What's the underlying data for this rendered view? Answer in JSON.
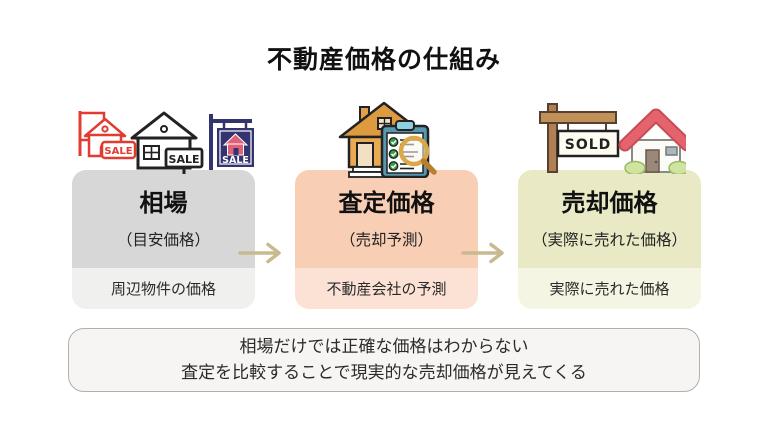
{
  "title": "不動産価格の仕組み",
  "cards": [
    {
      "title": "相場",
      "subtitle": "（目安価格）",
      "caption": "周辺物件の価格",
      "top_color": "#d7d7d7",
      "bottom_color": "#f0f0ef"
    },
    {
      "title": "査定価格",
      "subtitle": "（売却予測）",
      "caption": "不動産会社の予測",
      "top_color": "#f8ceb5",
      "bottom_color": "#fce2d4"
    },
    {
      "title": "売却価格",
      "subtitle": "（実際に売れた価格）",
      "caption": "実際に売れた価格",
      "top_color": "#e9e9c5",
      "bottom_color": "#f5f5e4"
    }
  ],
  "colors": {
    "arrow": "#c8ba8e"
  },
  "labels": {
    "sale": "SALE",
    "sold": "SOLD"
  },
  "note": {
    "line1": "相場だけでは正確な価格はわからない",
    "line2": "査定を比較することで現実的な売却価格が見えてくる"
  }
}
